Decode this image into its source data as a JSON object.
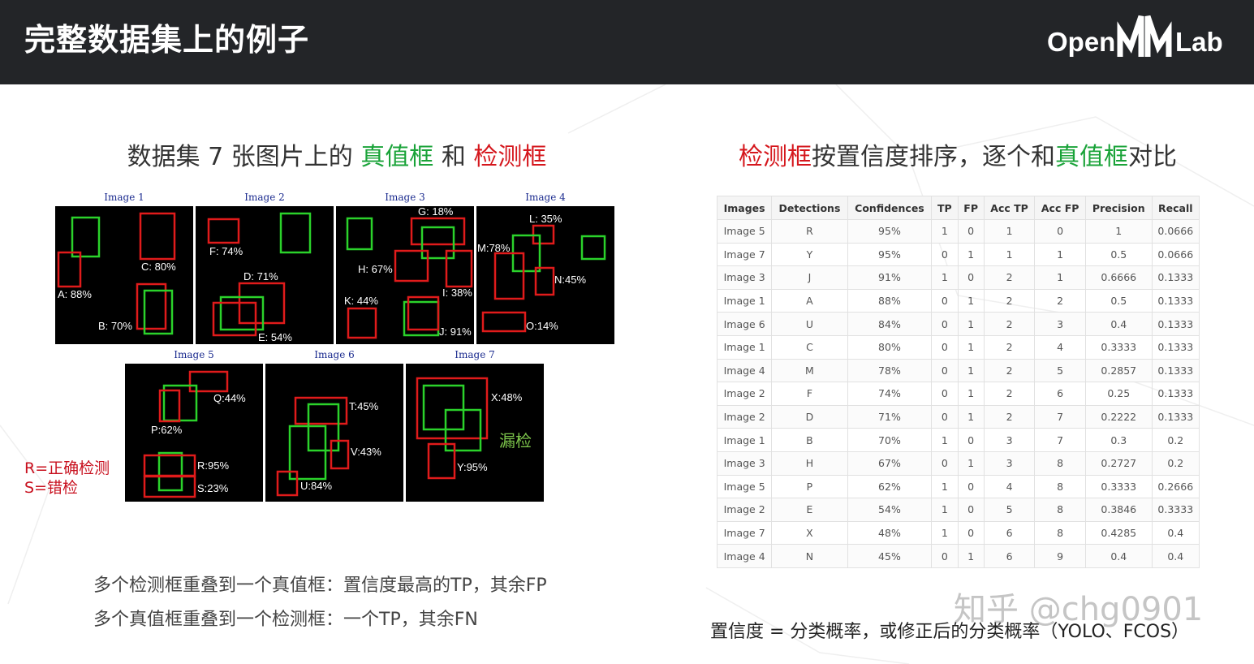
{
  "header": {
    "title": "完整数据集上的例子",
    "logo_text": "OpenMMLab"
  },
  "left": {
    "subtitle": {
      "prefix": "数据集 7 张图片上的 ",
      "gt": "真值框",
      "mid": " 和 ",
      "det": "检测框"
    },
    "images": [
      {
        "label": "Image 1",
        "texts": [
          "C: 80%",
          "A: 88%",
          "B: 70%"
        ]
      },
      {
        "label": "Image 2",
        "texts": [
          "F: 74%",
          "D: 71%",
          "E: 54%"
        ]
      },
      {
        "label": "Image 3",
        "texts": [
          "G: 18%",
          "H: 67%",
          "I: 38%",
          "K: 44%",
          "J: 91%"
        ]
      },
      {
        "label": "Image 4",
        "texts": [
          "L: 35%",
          "M:78%",
          "N:45%",
          "O:14%"
        ]
      },
      {
        "label": "Image 5",
        "texts": [
          "Q:44%",
          "P:62%",
          "R:95%",
          "S:23%"
        ]
      },
      {
        "label": "Image 6",
        "texts": [
          "T:45%",
          "V:43%",
          "U:84%"
        ]
      },
      {
        "label": "Image 7",
        "texts": [
          "X:48%",
          "Y:95%"
        ]
      }
    ],
    "legend": {
      "line1": "R=正确检测",
      "line2": "S=错检"
    },
    "missed_label": "漏检",
    "notes": [
      "多个检测框重叠到一个真值框：置信度最高的TP，其余FP",
      "多个真值框重叠到一个检测框：一个TP，其余FN"
    ]
  },
  "right": {
    "subtitle": {
      "det": "检测框",
      "mid": "按置信度排序，逐个和",
      "gt": "真值框",
      "suffix": "对比"
    },
    "table": {
      "headers": [
        "Images",
        "Detections",
        "Confidences",
        "TP",
        "FP",
        "Acc TP",
        "Acc FP",
        "Precision",
        "Recall"
      ],
      "rows": [
        [
          "Image 5",
          "R",
          "95%",
          "1",
          "0",
          "1",
          "0",
          "1",
          "0.0666"
        ],
        [
          "Image 7",
          "Y",
          "95%",
          "0",
          "1",
          "1",
          "1",
          "0.5",
          "0.0666"
        ],
        [
          "Image 3",
          "J",
          "91%",
          "1",
          "0",
          "2",
          "1",
          "0.6666",
          "0.1333"
        ],
        [
          "Image 1",
          "A",
          "88%",
          "0",
          "1",
          "2",
          "2",
          "0.5",
          "0.1333"
        ],
        [
          "Image 6",
          "U",
          "84%",
          "0",
          "1",
          "2",
          "3",
          "0.4",
          "0.1333"
        ],
        [
          "Image 1",
          "C",
          "80%",
          "0",
          "1",
          "2",
          "4",
          "0.3333",
          "0.1333"
        ],
        [
          "Image 4",
          "M",
          "78%",
          "0",
          "1",
          "2",
          "5",
          "0.2857",
          "0.1333"
        ],
        [
          "Image 2",
          "F",
          "74%",
          "0",
          "1",
          "2",
          "6",
          "0.25",
          "0.1333"
        ],
        [
          "Image 2",
          "D",
          "71%",
          "0",
          "1",
          "2",
          "7",
          "0.2222",
          "0.1333"
        ],
        [
          "Image 1",
          "B",
          "70%",
          "1",
          "0",
          "3",
          "7",
          "0.3",
          "0.2"
        ],
        [
          "Image 3",
          "H",
          "67%",
          "0",
          "1",
          "3",
          "8",
          "0.2727",
          "0.2"
        ],
        [
          "Image 5",
          "P",
          "62%",
          "1",
          "0",
          "4",
          "8",
          "0.3333",
          "0.2666"
        ],
        [
          "Image 2",
          "E",
          "54%",
          "1",
          "0",
          "5",
          "8",
          "0.3846",
          "0.3333"
        ],
        [
          "Image 7",
          "X",
          "48%",
          "1",
          "0",
          "6",
          "8",
          "0.4285",
          "0.4"
        ],
        [
          "Image 4",
          "N",
          "45%",
          "0",
          "1",
          "6",
          "9",
          "0.4",
          "0.4"
        ]
      ]
    },
    "formula": "置信度 = 分类概率，或修正后的分类概率（YOLO、FCOS）",
    "watermark": "知乎 @chg0901"
  },
  "colors": {
    "header_bg": "#232528",
    "gt_green": "#1aa339",
    "det_red": "#d5171d",
    "box_green": "#2bd22b",
    "box_red": "#e01b1b"
  }
}
